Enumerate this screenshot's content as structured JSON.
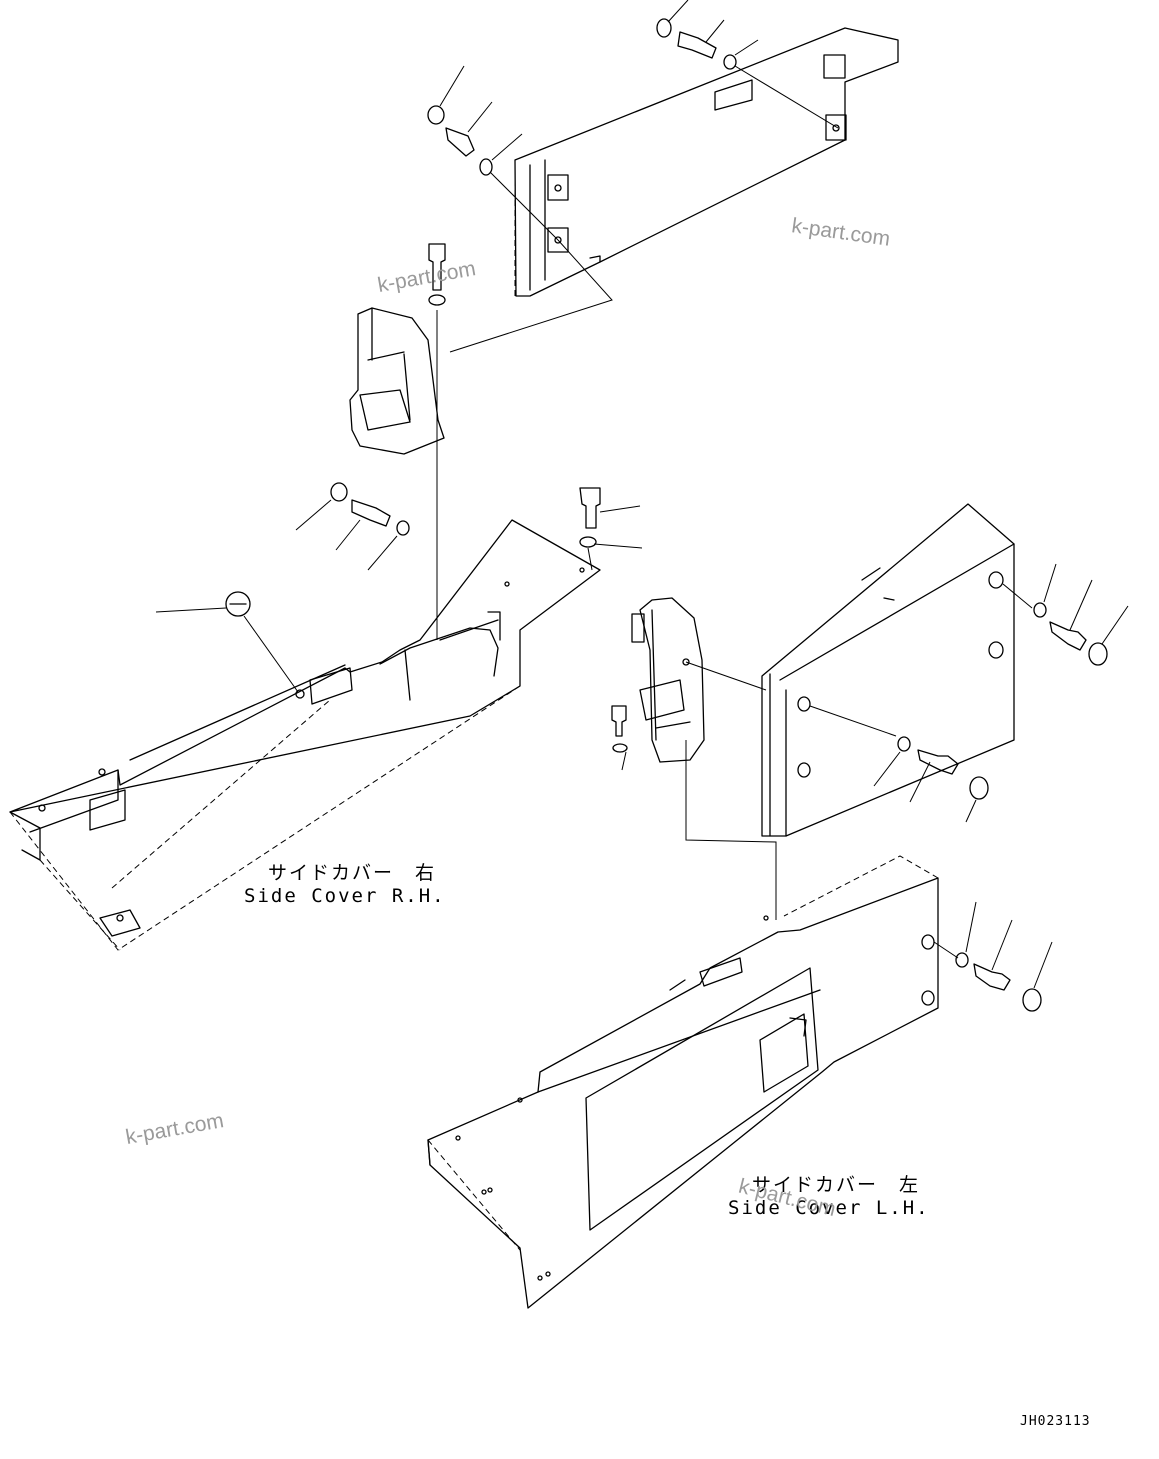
{
  "labels": {
    "side_cover_rh_jp": "サイドカバー　右",
    "side_cover_rh_en": "Side Cover R.H.",
    "side_cover_lh_jp": "サイドカバー　左",
    "side_cover_lh_en": "Side Cover L.H."
  },
  "watermarks": [
    "k-part.com",
    "k-part.com",
    "k-part.com",
    "k-part.com"
  ],
  "drawing_code": "JH023113"
}
